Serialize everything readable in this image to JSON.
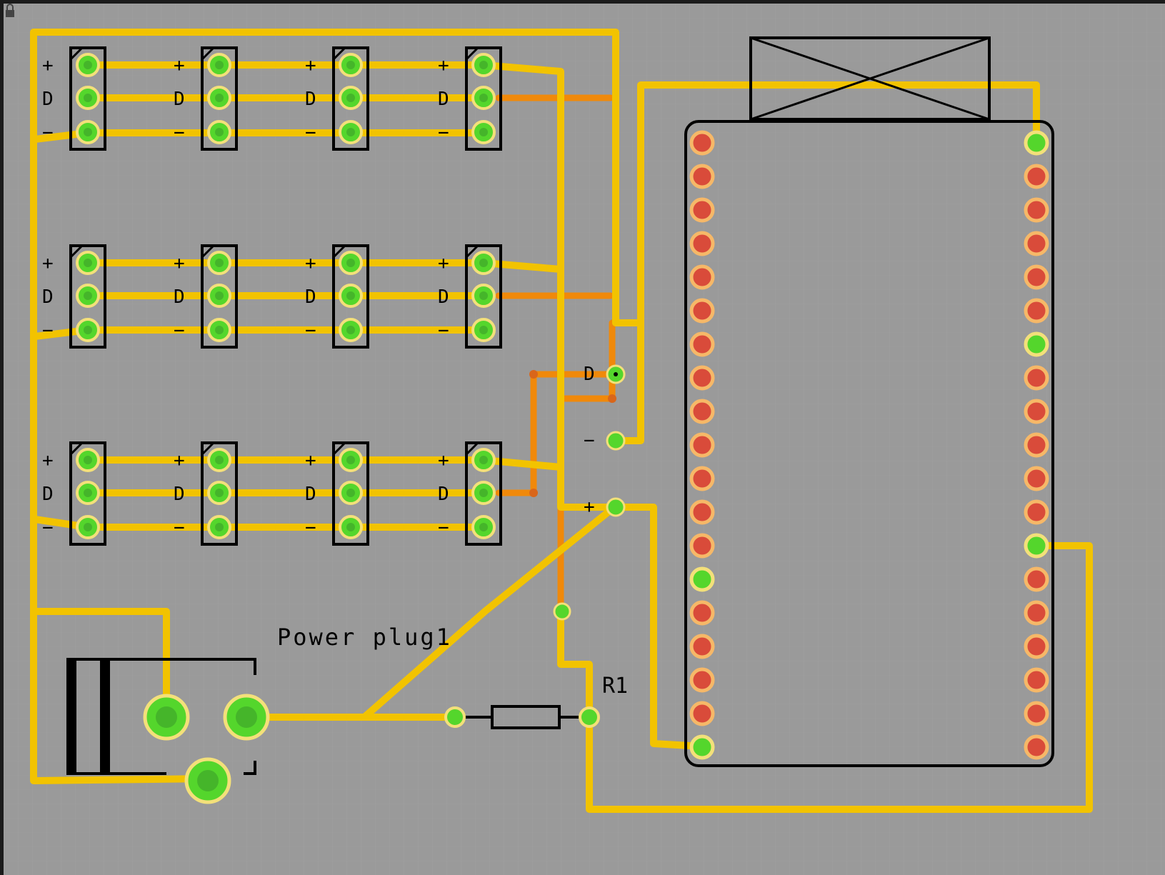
{
  "board": {
    "background_color": "#9a9a9a",
    "grid_color": "#a4a4a4",
    "frame_color": "#1b1b1b",
    "lock_icon": "lock-icon"
  },
  "colors": {
    "trace_top": "#f2c300",
    "trace_bottom": "#f0890a",
    "pad_connected": "#54d62c",
    "pad_connected_ring": "#f3e07a",
    "pad_unconnected": "#d94b3a",
    "pad_unconnected_ring": "#f6b868",
    "silkscreen": "#000000"
  },
  "led_strip_connectors": {
    "pin_labels": [
      "+",
      "D",
      "−"
    ]
  },
  "wire_pads": {
    "data_label": "D",
    "minus_label": "−",
    "plus_label": "+"
  },
  "power_plug": {
    "label": "Power plug1"
  },
  "resistor": {
    "label": "R1"
  },
  "microcontroller": {
    "left_pins": 19,
    "right_pins": 19
  }
}
